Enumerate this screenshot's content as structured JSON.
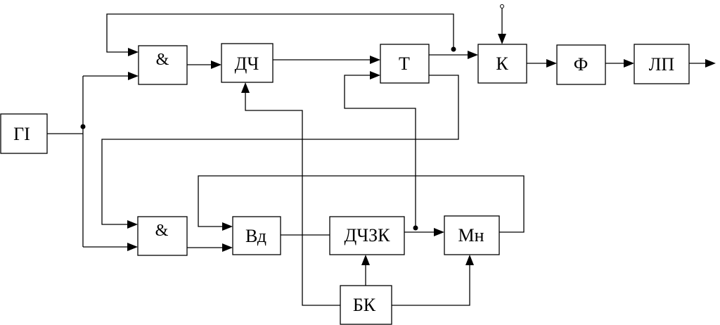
{
  "diagram": {
    "blocks": {
      "gi": "ГІ",
      "and_top": "&",
      "dch": "ДЧ",
      "t": "Т",
      "k": "К",
      "f": "Ф",
      "lp": "ЛП",
      "and_bottom": "&",
      "vd": "Вд",
      "dchzk": "ДЧЗК",
      "mn": "Мн",
      "bk": "БК"
    }
  }
}
